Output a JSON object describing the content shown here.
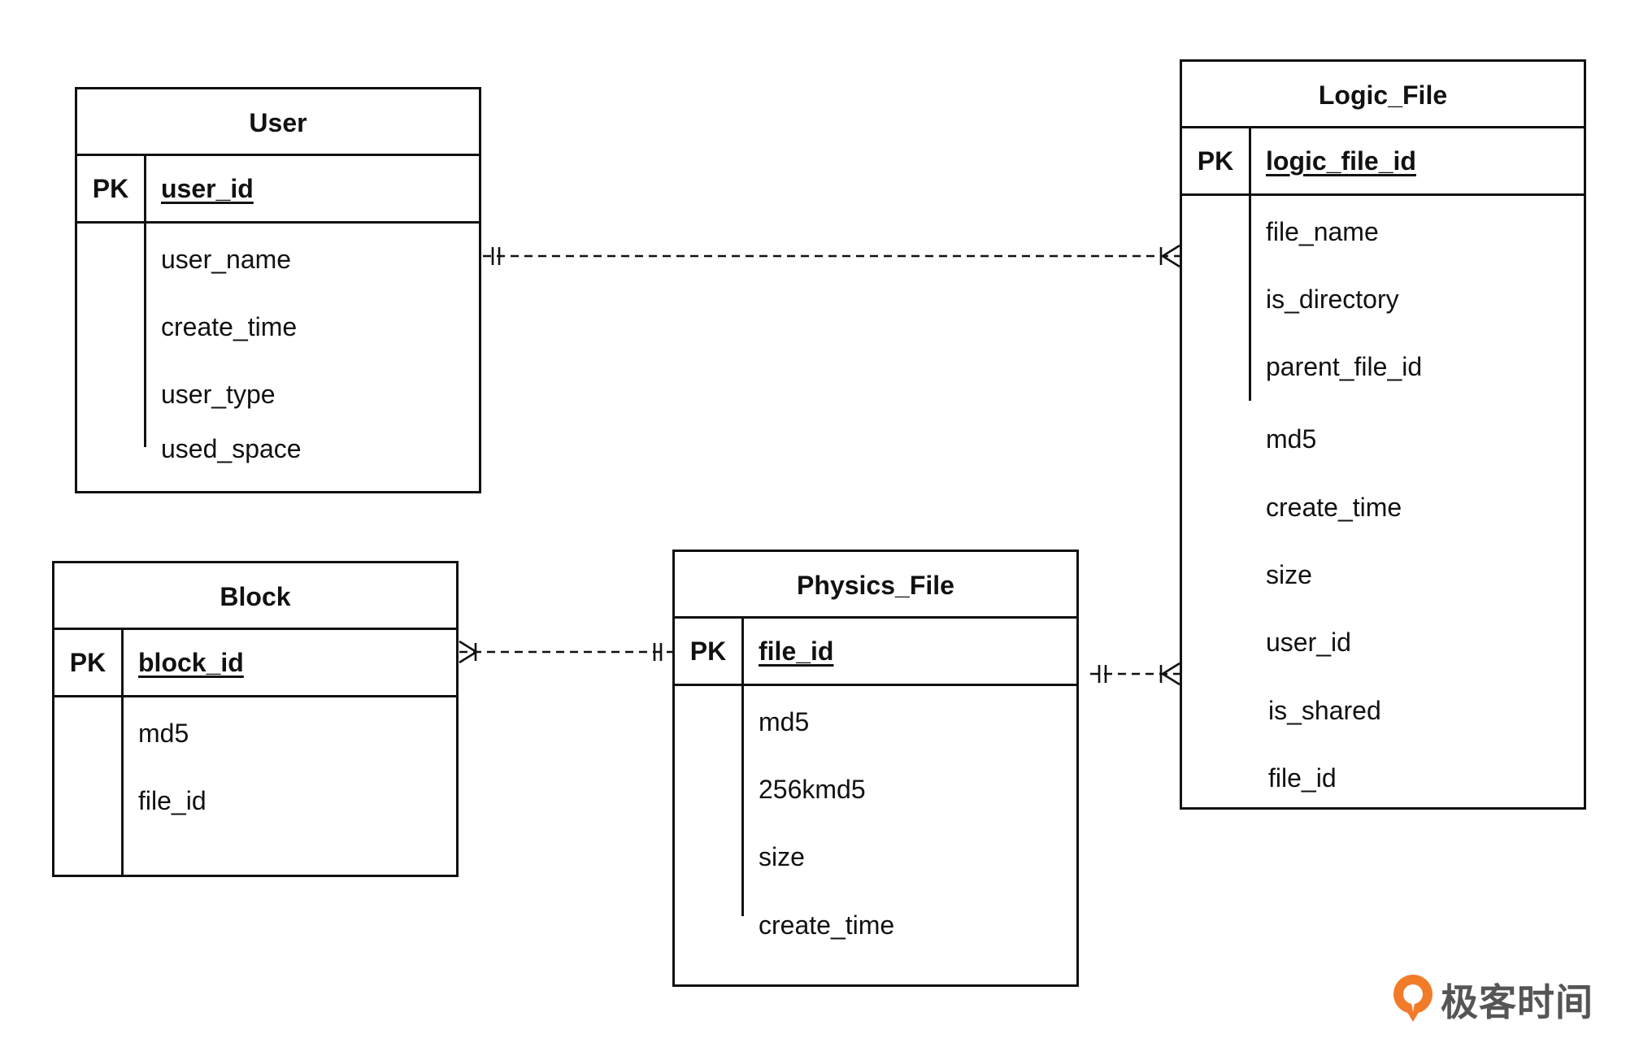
{
  "entities": {
    "user": {
      "title": "User",
      "pk_label": "PK",
      "pk": "user_id",
      "fields": [
        "user_name",
        "create_time",
        "user_type",
        "used_space"
      ]
    },
    "logic_file": {
      "title": "Logic_File",
      "pk_label": "PK",
      "pk": "logic_file_id",
      "fields": [
        "file_name",
        "is_directory",
        "parent_file_id",
        "md5",
        "create_time",
        "size",
        "user_id",
        "is_shared",
        "file_id"
      ]
    },
    "block": {
      "title": "Block",
      "pk_label": "PK",
      "pk": "block_id",
      "fields": [
        "md5",
        "file_id"
      ]
    },
    "physics_file": {
      "title": "Physics_File",
      "pk_label": "PK",
      "pk": "file_id",
      "fields": [
        "md5",
        "256kmd5",
        "size",
        "create_time"
      ]
    }
  },
  "relationships": [
    {
      "from": "User",
      "to": "Logic_File",
      "from_cardinality": "one-and-only-one",
      "to_cardinality": "one-or-many",
      "style": "dashed"
    },
    {
      "from": "Physics_File",
      "to": "Block",
      "from_cardinality": "one-and-only-one",
      "to_cardinality": "one-or-many",
      "style": "dashed"
    },
    {
      "from": "Physics_File",
      "to": "Logic_File",
      "from_cardinality": "one-and-only-one",
      "to_cardinality": "one-or-many",
      "style": "dashed"
    }
  ],
  "watermark": {
    "text": "极客时间",
    "accent_color": "#f27b29"
  }
}
